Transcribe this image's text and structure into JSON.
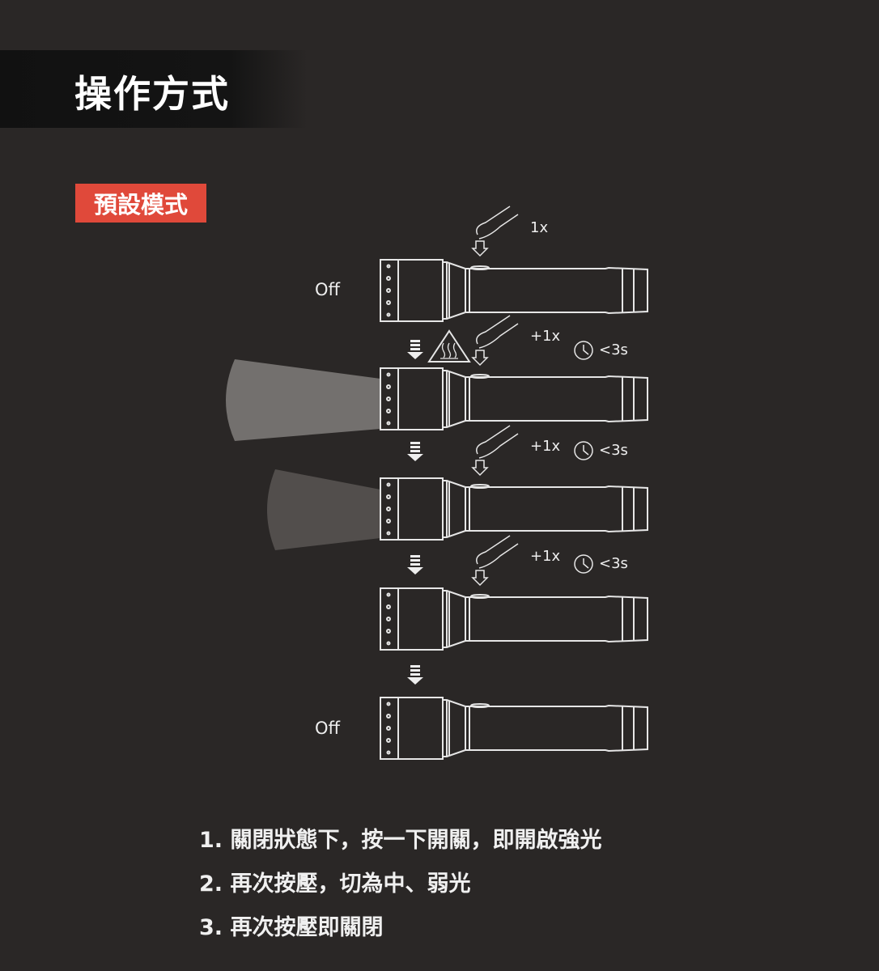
{
  "header": {
    "title": "操作方式",
    "mode_badge": "預設模式"
  },
  "diagram": {
    "states": [
      {
        "label": "Off",
        "press": "1x",
        "time": ""
      },
      {
        "label": "",
        "press": "+1x",
        "time": "<3s"
      },
      {
        "label": "",
        "press": "+1x",
        "time": "<3s"
      },
      {
        "label": "",
        "press": "+1x",
        "time": "<3s"
      },
      {
        "label": "Off",
        "press": "",
        "time": ""
      }
    ]
  },
  "instructions": [
    "1. 關閉狀態下，按一下開關，即開啟強光",
    "2. 再次按壓，切為中、弱光",
    "3. 再次按壓即關閉"
  ],
  "colors": {
    "background": "#2a2726",
    "accent": "#e0493a"
  }
}
